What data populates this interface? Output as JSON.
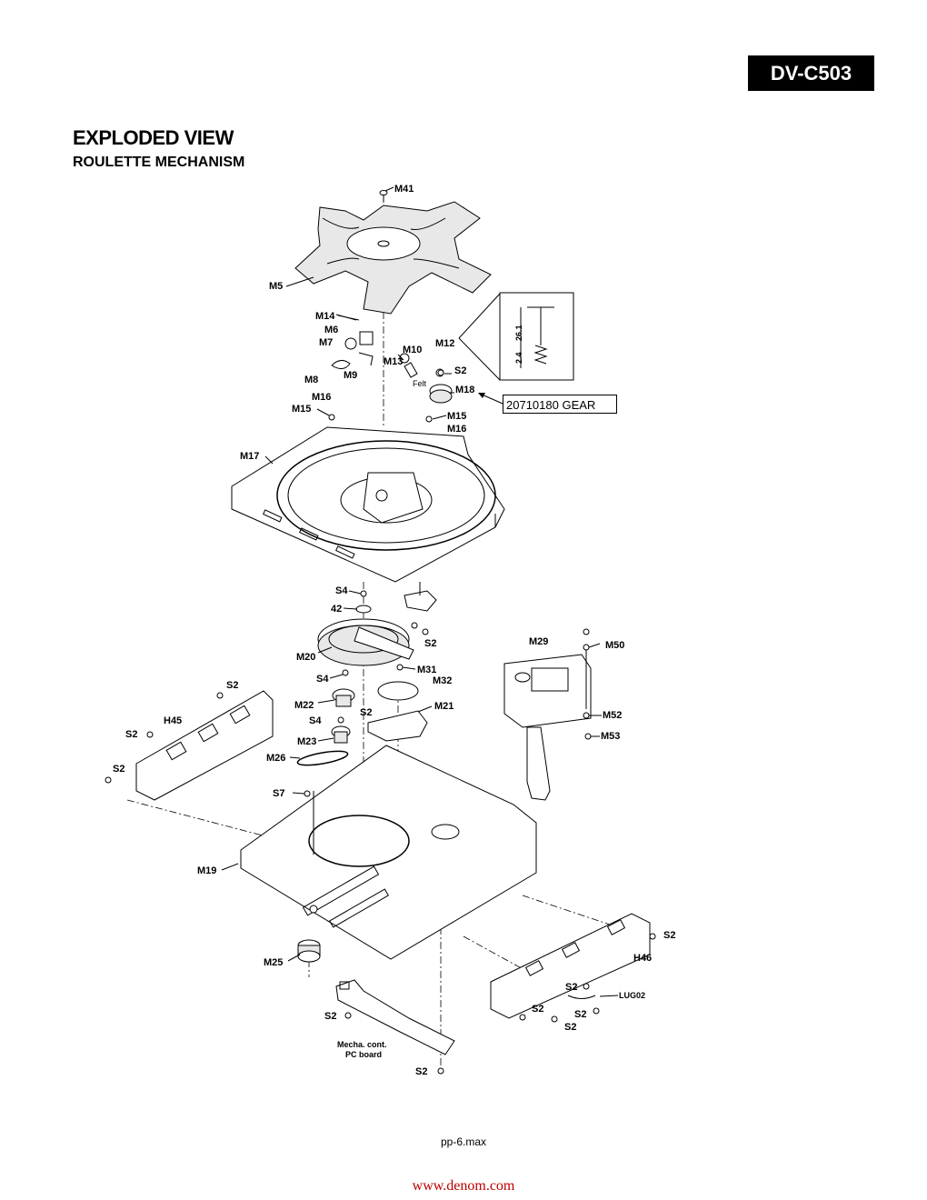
{
  "header": {
    "model": "DV-C503"
  },
  "title": "EXPLODED VIEW",
  "subtitle": "ROULETTE MECHANISM",
  "callout": {
    "text": "20710180  GEAR"
  },
  "labels": {
    "M41": "M41",
    "M5": "M5",
    "M14": "M14",
    "M6": "M6",
    "M7": "M7",
    "M10": "M10",
    "M12": "M12",
    "M13": "M13",
    "S2_a": "S2",
    "M8": "M8",
    "M9": "M9",
    "Felt": "Felt",
    "M18": "M18",
    "M16_a": "M16",
    "M15_a": "M15",
    "M15_b": "M15",
    "M16_b": "M16",
    "M17": "M17",
    "S4_a": "S4",
    "n42": "42",
    "S2_b": "S2",
    "M20": "M20",
    "M29": "M29",
    "M50": "M50",
    "M31": "M31",
    "S4_b": "S4",
    "M32": "M32",
    "S2_c": "S2",
    "M22": "M22",
    "S2_d": "S2",
    "M21": "M21",
    "H45": "H45",
    "S4_c": "S4",
    "S2_e": "S2",
    "M52": "M52",
    "M53": "M53",
    "M23": "M23",
    "S2_f": "S2",
    "M26": "M26",
    "S7": "S7",
    "M19": "M19",
    "S2_g": "S2",
    "H46": "H46",
    "M25": "M25",
    "S2_h": "S2",
    "LUG02": "LUG02",
    "S2_i": "S2",
    "S2_j": "S2",
    "S2_k": "S2",
    "mecha": "Mecha. cont.",
    "pcboard": "PC board",
    "S2_l": "S2"
  },
  "inset": {
    "dim1": "26.1",
    "dim2": "2.4"
  },
  "footer": {
    "file": "pp-6.max",
    "url": "www.denom.com"
  }
}
